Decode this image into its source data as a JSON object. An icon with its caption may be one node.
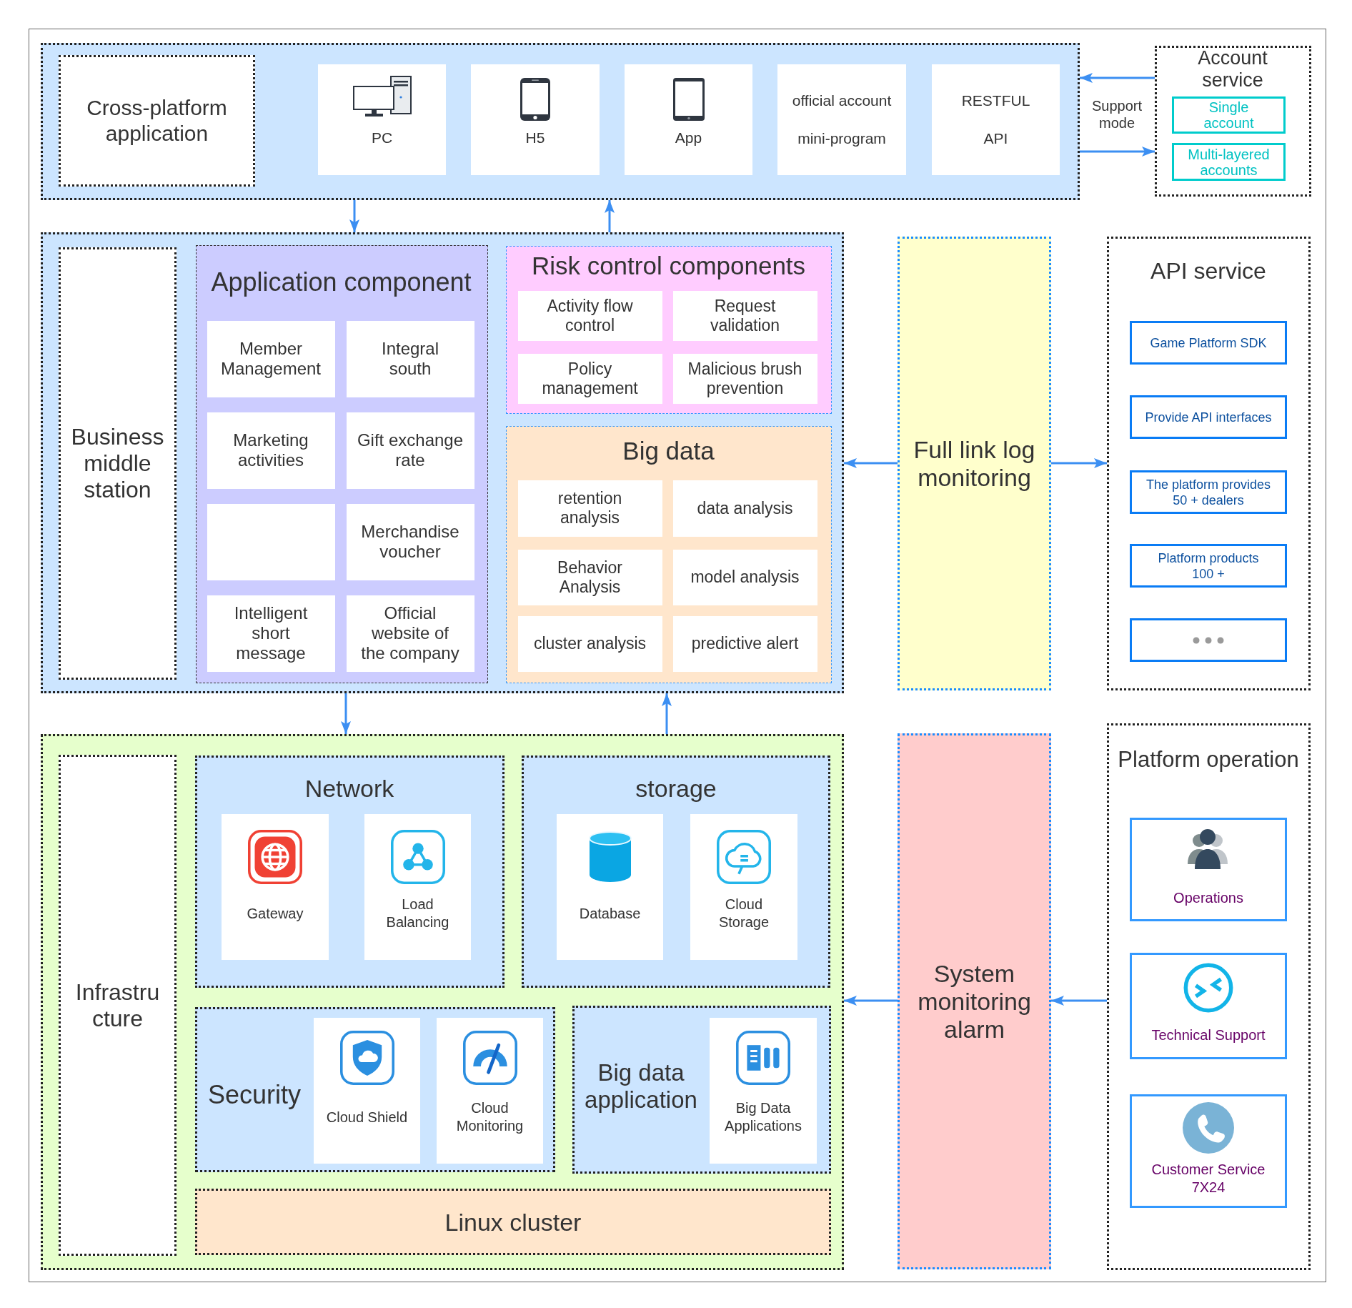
{
  "diagram": {
    "nodes": [
      {
        "text": [],
        "shape": "box"
      },
      {
        "text": [
          "Cross-platform application"
        ],
        "in": 0
      },
      {
        "text": [
          "PC"
        ],
        "in": 0
      },
      {
        "text": [
          "H5"
        ],
        "in": 0
      },
      {
        "text": [
          "App"
        ],
        "in": 0
      },
      {
        "text": [
          "official account",
          "mini-program"
        ],
        "in": 0
      },
      {
        "text": [
          "RESTFUL",
          "API"
        ],
        "in": 0
      },
      {
        "text": [
          "Account service"
        ]
      },
      {
        "text": [
          "Single account"
        ],
        "in": 7
      },
      {
        "text": [
          "Multi-layered accounts"
        ],
        "in": 7
      },
      {
        "text": [],
        "shape": "box"
      },
      {
        "text": [
          "Business middle station"
        ],
        "in": 10
      },
      {
        "text": [
          "Application component"
        ],
        "in": 10
      },
      {
        "text": [
          "Member Management"
        ],
        "in": 12
      },
      {
        "text": [
          "Integral south"
        ],
        "in": 12
      },
      {
        "text": [
          "Marketing activities"
        ],
        "in": 12
      },
      {
        "text": [
          "Gift exchange rate"
        ],
        "in": 12
      },
      {
        "text": [],
        "shape": "box",
        "in": 12
      },
      {
        "text": [
          "Merchandise voucher"
        ],
        "in": 12
      },
      {
        "text": [
          "Intelligent short message"
        ],
        "in": 12
      },
      {
        "text": [
          "Official website of the company"
        ],
        "in": 12
      },
      {
        "text": [
          "Risk control components"
        ],
        "in": 10
      },
      {
        "text": [
          "Activity flow control"
        ],
        "in": 21
      },
      {
        "text": [
          "Request validation"
        ],
        "in": 21
      },
      {
        "text": [
          "Policy management"
        ],
        "in": 21
      },
      {
        "text": [
          "Malicious brush prevention"
        ],
        "in": 21
      },
      {
        "text": [
          "Big data"
        ],
        "in": 10
      },
      {
        "text": [
          "retention analysis"
        ],
        "in": 26
      },
      {
        "text": [
          "data analysis"
        ],
        "in": 26
      },
      {
        "text": [
          "Behavior Analysis"
        ],
        "in": 26
      },
      {
        "text": [
          "model analysis"
        ],
        "in": 26
      },
      {
        "text": [
          "cluster analysis"
        ],
        "in": 26
      },
      {
        "text": [
          "predictive alert"
        ],
        "in": 26
      },
      {
        "text": [
          "Full link log monitoring"
        ]
      },
      {
        "text": [
          "API service"
        ]
      },
      {
        "text": [
          "Game Platform SDK"
        ],
        "in": 34
      },
      {
        "text": [
          "Provide API interfaces"
        ],
        "in": 34
      },
      {
        "text": [
          "The platform provides 50 + dealers"
        ],
        "in": 34
      },
      {
        "text": [
          "Platform products 100 +"
        ],
        "in": 34
      },
      {
        "text": [],
        "shape": "box",
        "in": 34
      },
      {
        "text": [],
        "shape": "box"
      },
      {
        "text": [
          "Infrastructure"
        ],
        "in": 40
      },
      {
        "text": [
          "Network"
        ],
        "in": 40
      },
      {
        "text": [
          "Gateway"
        ],
        "in": 42
      },
      {
        "text": [
          "Load Balancing"
        ],
        "in": 42
      },
      {
        "text": [
          "storage"
        ],
        "in": 40
      },
      {
        "text": [
          "Database"
        ],
        "in": 45
      },
      {
        "text": [
          "Cloud Storage"
        ],
        "in": 45
      },
      {
        "text": [
          "Security"
        ],
        "in": 40
      },
      {
        "text": [
          "Cloud Shield"
        ],
        "in": 48
      },
      {
        "text": [
          "Cloud Monitoring"
        ],
        "in": 48
      },
      {
        "text": [
          "Big data application"
        ],
        "in": 40
      },
      {
        "text": [
          "Big Data Applications"
        ],
        "in": 51
      },
      {
        "text": [
          "Linux cluster"
        ],
        "in": 40
      },
      {
        "text": [
          "System monitoring alarm"
        ]
      },
      {
        "text": [
          "Platform operation"
        ]
      },
      {
        "text": [
          "Operations"
        ],
        "in": 55
      },
      {
        "text": [
          "Technical Support"
        ],
        "in": 55
      },
      {
        "text": [
          "Customer Service 7X24"
        ],
        "in": 55
      }
    ],
    "edges": [
      {
        "from": 0,
        "to": 10,
        "arrow": "to"
      },
      {
        "from": 10,
        "to": 0,
        "arrow": "to"
      },
      {
        "from": 7,
        "to": 0,
        "arrow": "to"
      },
      {
        "from": 0,
        "to": 7,
        "arrow": "to"
      },
      {
        "from": 10,
        "to": 40,
        "arrow": "to"
      },
      {
        "from": 40,
        "to": 10,
        "arrow": "to"
      },
      {
        "from": 33,
        "to": 10,
        "arrow": "to"
      },
      {
        "from": 33,
        "to": 34,
        "arrow": "to"
      },
      {
        "from": 54,
        "to": 40,
        "arrow": "to"
      },
      {
        "from": 55,
        "to": 54,
        "arrow": "to"
      }
    ],
    "labels": [
      "Support mode"
    ]
  }
}
